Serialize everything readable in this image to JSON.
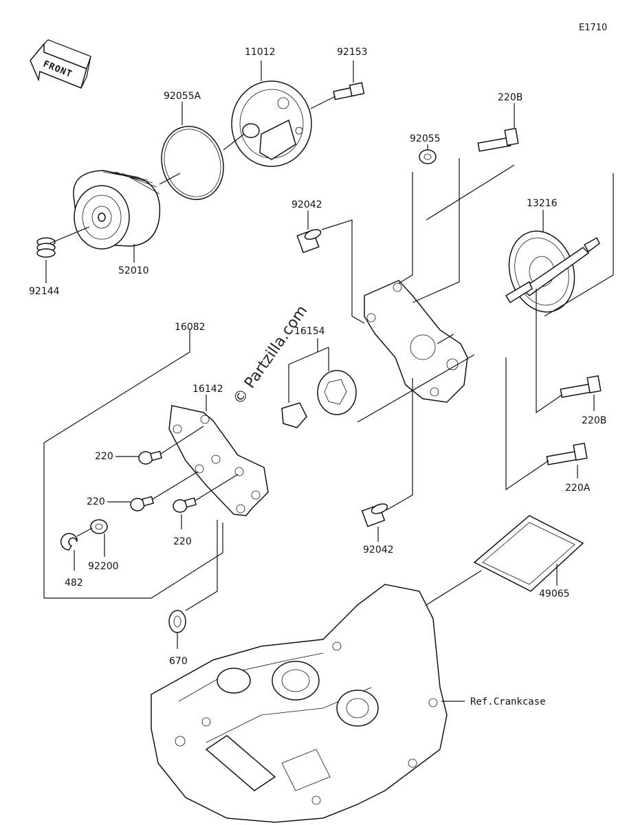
{
  "diagram": {
    "id": "E1710",
    "front_label": "FRONT",
    "watermark": "© Partzilla.com",
    "ref_label": "Ref.Crankcase"
  },
  "parts": {
    "p11012": "11012",
    "p92153": "92153",
    "p92055A": "92055A",
    "p220B_top": "220B",
    "p92055": "92055",
    "p92042_top": "92042",
    "p13216": "13216",
    "p52010": "52010",
    "p92144": "92144",
    "p16082": "16082",
    "p16154": "16154",
    "p16142": "16142",
    "p220_a": "220",
    "p220_b": "220",
    "p220_c": "220",
    "p220B_bottom": "220B",
    "p220A": "220A",
    "p92042_bottom": "92042",
    "p92200": "92200",
    "p482": "482",
    "p49065": "49065",
    "p670": "670"
  }
}
